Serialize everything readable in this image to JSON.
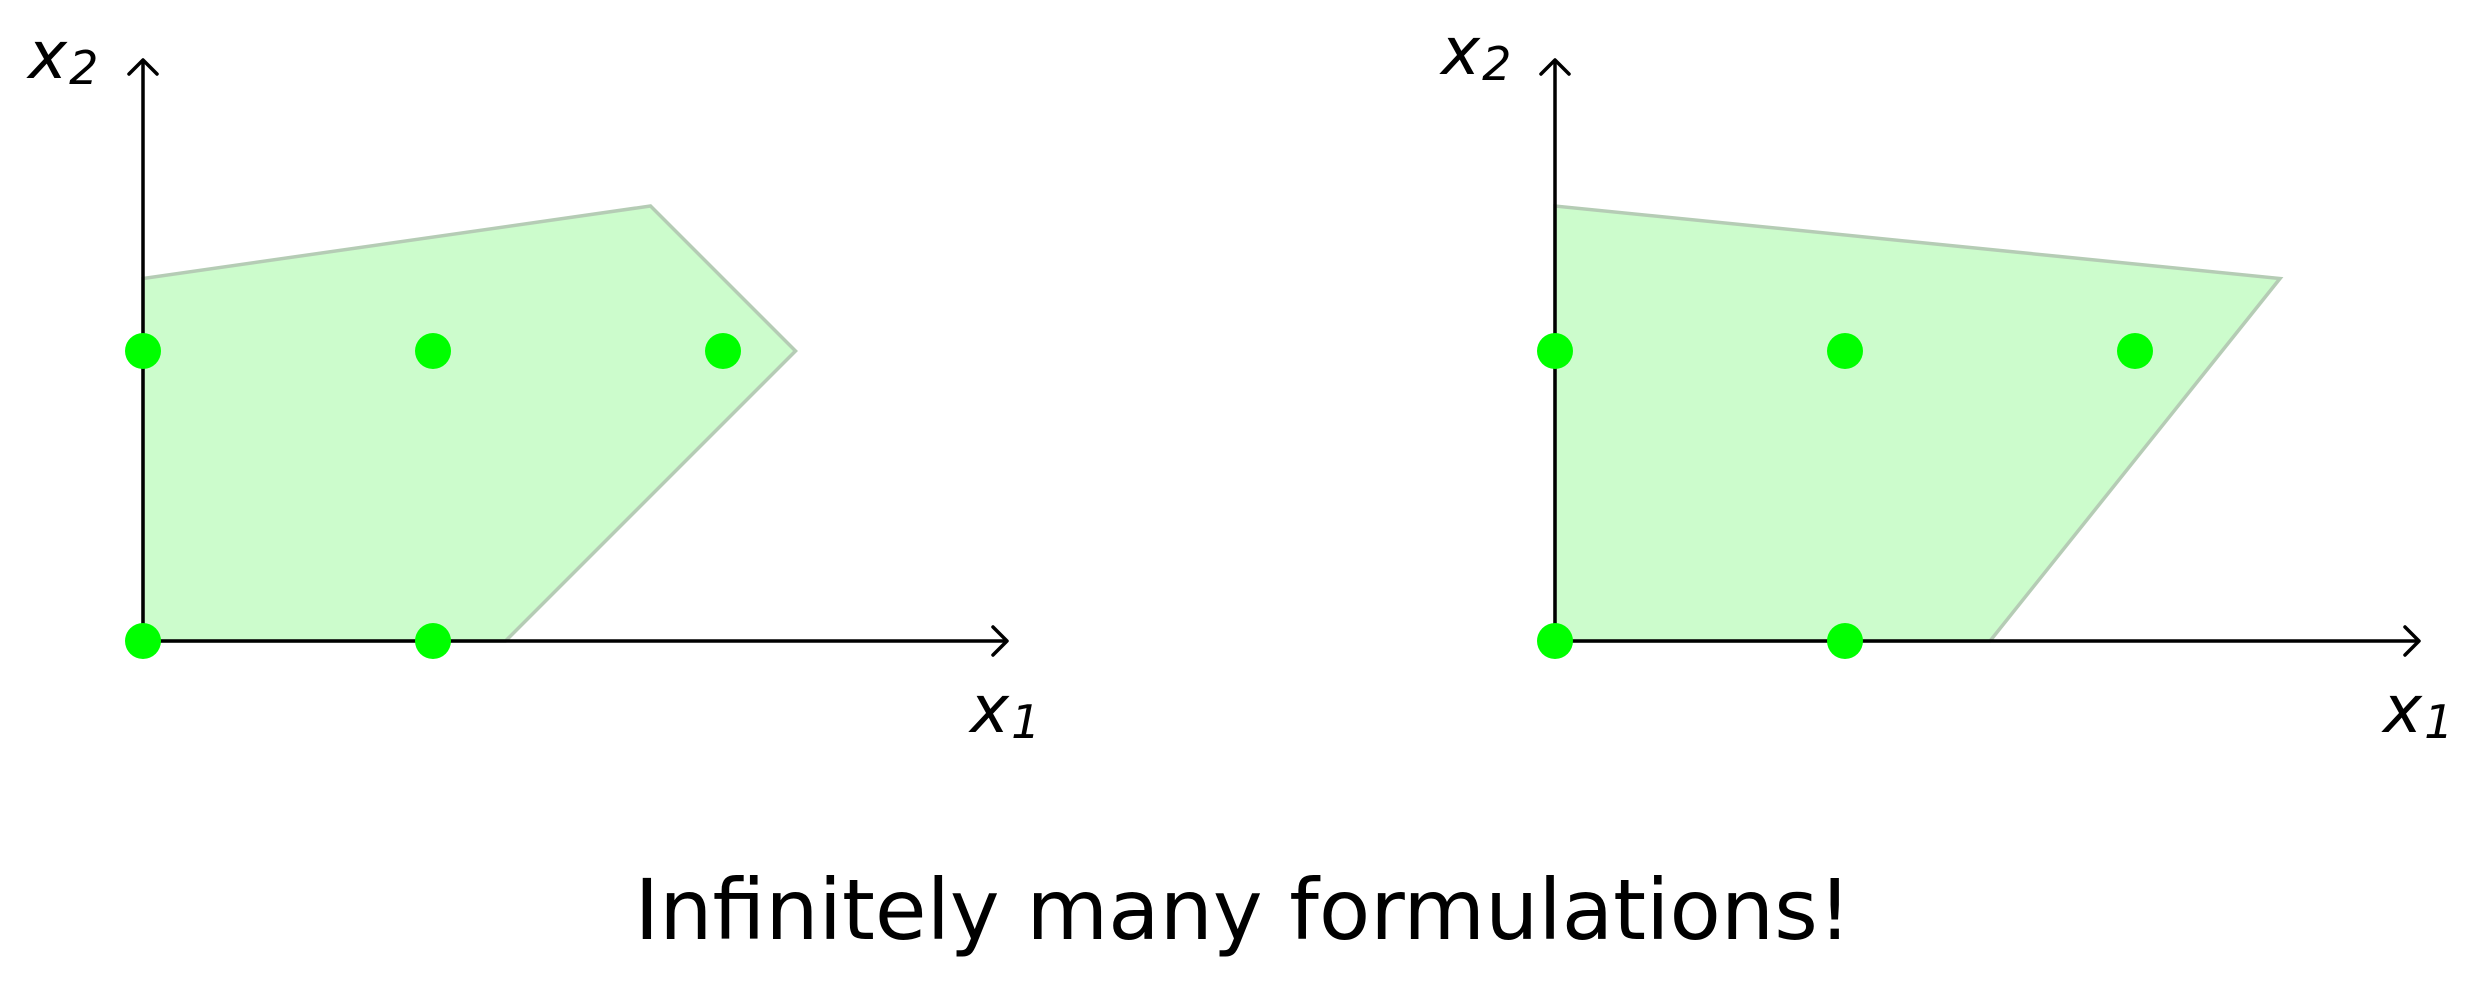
{
  "caption": "Infinitely many formulations!",
  "colors": {
    "region_fill": "#ccfccc",
    "region_edge": "#b5ccb5",
    "integer_point": "#00ff00",
    "axis": "#000000"
  },
  "panels": [
    {
      "x_axis_label": {
        "var": "x",
        "sub": "1"
      },
      "y_axis_label": {
        "var": "x",
        "sub": "2"
      },
      "integer_points": [
        [
          0,
          0
        ],
        [
          1,
          0
        ],
        [
          0,
          1
        ],
        [
          1,
          1
        ],
        [
          2,
          1
        ]
      ],
      "region_vertices": [
        [
          0,
          0
        ],
        [
          1.25,
          0
        ],
        [
          2.25,
          1
        ],
        [
          1.75,
          1.5
        ],
        [
          0,
          1.25
        ]
      ]
    },
    {
      "x_axis_label": {
        "var": "x",
        "sub": "1"
      },
      "y_axis_label": {
        "var": "x",
        "sub": "2"
      },
      "integer_points": [
        [
          0,
          0
        ],
        [
          1,
          0
        ],
        [
          0,
          1
        ],
        [
          1,
          1
        ],
        [
          2,
          1
        ]
      ],
      "region_vertices": [
        [
          0,
          0
        ],
        [
          1.5,
          0
        ],
        [
          2.5,
          1.25
        ],
        [
          0,
          1.5
        ]
      ]
    }
  ]
}
